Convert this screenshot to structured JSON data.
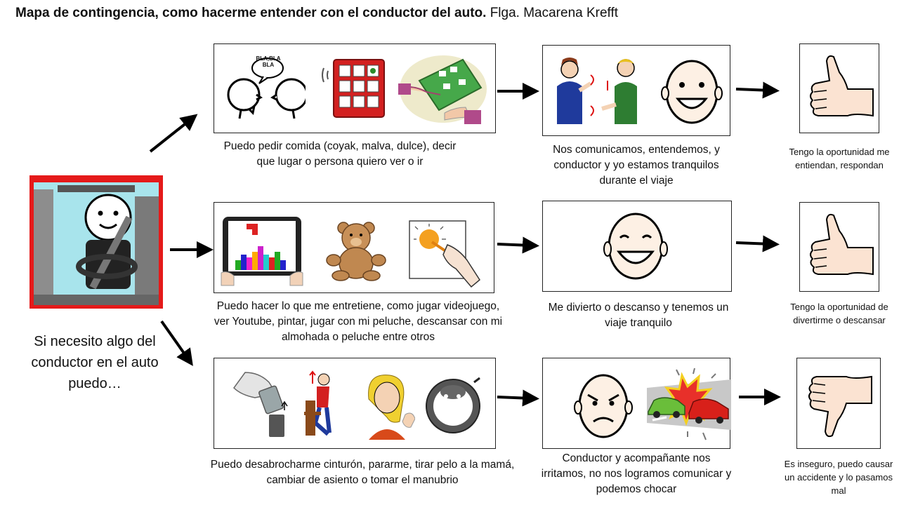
{
  "title": {
    "bold": "Mapa de contingencia, como hacerme entender con el conductor del auto.",
    "author": "Flga. Macarena Krefft"
  },
  "start": {
    "caption": "Si necesito algo del conductor en el auto puedo…"
  },
  "rows": [
    {
      "action_caption": "Puedo pedir comida (coyak, malva, dulce), decir que lugar o persona quiero ver o ir",
      "speech_bubble": "BLA,BLA BLA",
      "result_caption": "Nos comunicamos, entendemos, y conductor y yo estamos tranquilos durante el viaje",
      "outcome_caption": "Tengo la oportunidad me entiendan, respondan"
    },
    {
      "action_caption": "Puedo hacer lo que me entretiene, como jugar videojuego, ver Youtube, pintar, jugar con mi peluche, descansar con mi almohada o peluche entre otros",
      "result_caption": "Me divierto o descanso y tenemos un viaje tranquilo",
      "outcome_caption": "Tengo la oportunidad de divertirme o descansar"
    },
    {
      "action_caption": "Puedo desabrocharme cinturón, pararme, tirar pelo a la mamá, cambiar de asiento o tomar el manubrio",
      "result_caption": "Conductor y acompañante nos irritamos, no nos logramos comunicar y podemos chocar",
      "outcome_caption": "Es inseguro, puedo causar un accidente y lo pasamos mal"
    }
  ]
}
